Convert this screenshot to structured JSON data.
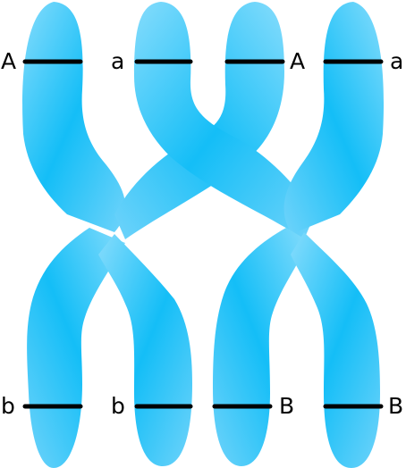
{
  "colors": {
    "chromosome_light": "#77d6fb",
    "chromosome_dark": "#12bdf6",
    "band": "#000000",
    "label": "#000000"
  },
  "loci": {
    "top_left_outer": "A",
    "top_left_inner": "a",
    "top_right_inner": "A",
    "top_right_outer": "a",
    "bottom_left_outer": "b",
    "bottom_left_inner": "b",
    "bottom_right_inner": "B",
    "bottom_right_outer": "B"
  }
}
